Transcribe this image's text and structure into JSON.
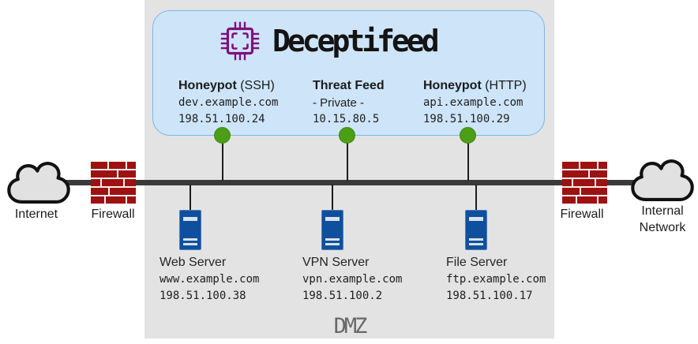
{
  "labels": {
    "dmz": "DMZ",
    "internet": "Internet",
    "internal_network": "Internal Network",
    "firewall": "Firewall"
  },
  "deceptifeed": {
    "title": "Deceptifeed",
    "nodes": [
      {
        "name": "Honeypot",
        "qualifier": " (SSH)",
        "host": "dev.example.com",
        "ip": "198.51.100.24"
      },
      {
        "name": "Threat Feed",
        "qualifier": "",
        "host": "- Private -",
        "ip": "10.15.80.5"
      },
      {
        "name": "Honeypot",
        "qualifier": " (HTTP)",
        "host": "api.example.com",
        "ip": "198.51.100.29"
      }
    ]
  },
  "servers": [
    {
      "name": "Web Server",
      "host": "www.example.com",
      "ip": "198.51.100.38"
    },
    {
      "name": "VPN Server",
      "host": "vpn.example.com",
      "ip": "198.51.100.2"
    },
    {
      "name": "File Server",
      "host": "ftp.example.com",
      "ip": "198.51.100.17"
    }
  ],
  "icons": {
    "chip": "cpu-chip-icon",
    "cloud_left": "internet-cloud-icon",
    "cloud_right": "internal-network-cloud-icon",
    "firewall": "firewall-brick-icon",
    "server": "server-tower-icon",
    "endpoint": "feed-endpoint-dot"
  },
  "colors": {
    "dmz_bg": "#e3e3e3",
    "panel_bg": "#cee5f9",
    "panel_border": "#7db4e8",
    "chip_purple": "#7e107e",
    "endpoint_green": "#4d9e17",
    "backbone_dark": "#3a3a3a",
    "brick_red": "#9e1111",
    "mortar": "#f5ecec",
    "server_blue": "#0e509e",
    "server_border": "#4d7cb6",
    "cloud_fill": "#e1e1e1",
    "text_dark": "#1b1b1b",
    "dmz_text": "#686868"
  }
}
